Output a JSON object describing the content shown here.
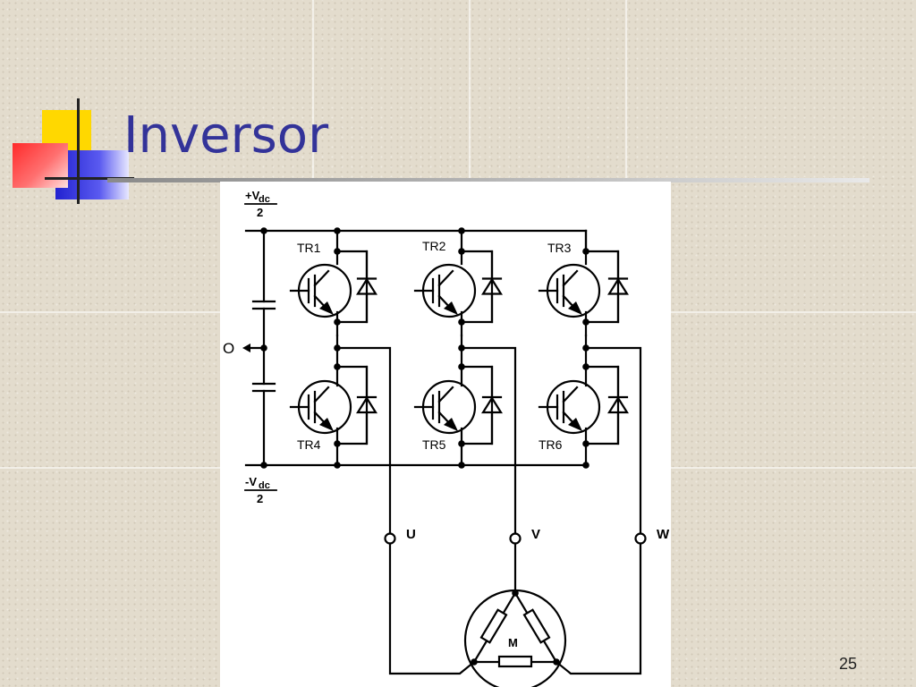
{
  "slide": {
    "title": "Inversor",
    "page_number": "25"
  },
  "circuit": {
    "vdc_pos": {
      "sign": "+",
      "v": "V",
      "sub": "DC",
      "den": "2"
    },
    "vdc_neg": {
      "sign": "-",
      "v": "V",
      "sub": "DC",
      "den": "2"
    },
    "midpoint_label": "O",
    "transistors": [
      "TR1",
      "TR2",
      "TR3",
      "TR4",
      "TR5",
      "TR6"
    ],
    "phases": [
      "U",
      "V",
      "W"
    ],
    "motor_label": "M"
  },
  "colors": {
    "title": "#333399",
    "logo_yellow": "#ffd700",
    "logo_red": "#ff3b3b",
    "logo_blue": "#2b2bdc"
  }
}
